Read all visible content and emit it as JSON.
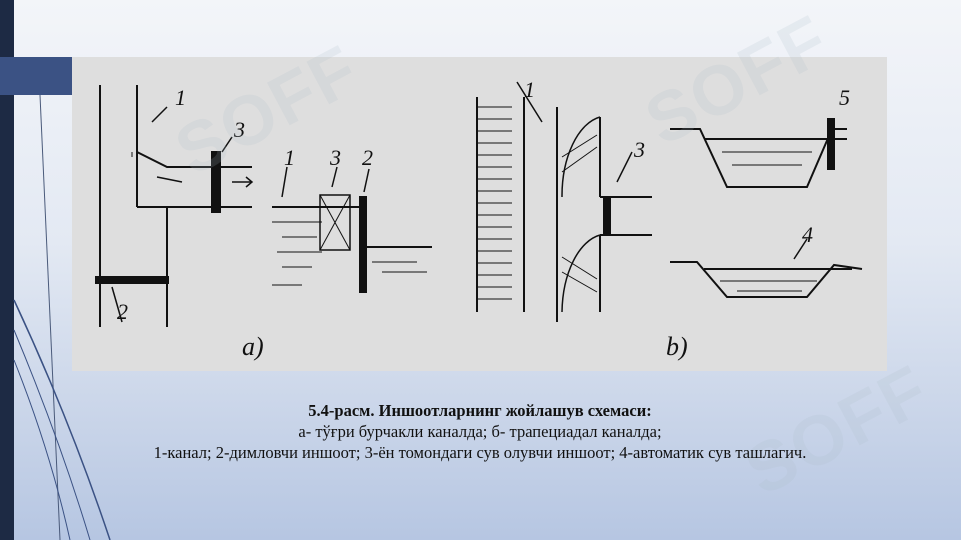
{
  "figure": {
    "panel_a": {
      "label": "a)",
      "callouts": {
        "c1": "1",
        "c2": "2",
        "c3": "3",
        "s1": "1",
        "s3": "3",
        "s2": "2"
      }
    },
    "panel_b": {
      "label": "b)",
      "callouts": {
        "c1": "1",
        "c3": "3",
        "c5": "5",
        "c4": "4"
      }
    }
  },
  "caption": {
    "title": "5.4-расм. Иншоотларнинг жойлашув схемаси:",
    "line1": "а- тўғри бурчакли каналда; б- трапециадал каналда;",
    "line2": "1-канал; 2-димловчи иншоот; 3-ён томондаги сув олувчи иншоот; 4-автоматик сув ташлагич."
  },
  "watermark": "SOFF"
}
